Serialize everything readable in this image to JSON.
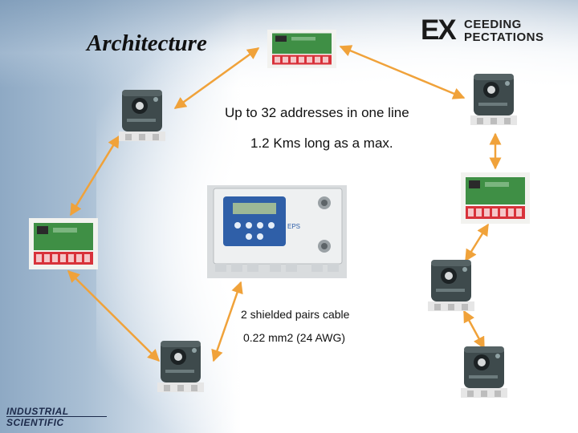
{
  "slide": {
    "title": "Architecture",
    "brand": {
      "ex": "EX",
      "line1": "CEEDING",
      "line2": "PECTATIONS"
    },
    "logo": {
      "line1": "INDUSTRIAL",
      "line2": "SCIENTIFIC"
    }
  },
  "notes": {
    "addresses": "Up to 32 addresses in one line",
    "length": "1.2 Kms long as a max.",
    "cable_type": "2 shielded pairs cable",
    "cable_gauge": "0.22 mm2 (24 AWG)"
  },
  "colors": {
    "link_arrow": "#f0a23a",
    "device_body": "#3e4a4c",
    "board_green": "#3f8f45",
    "relay_red": "#d8323a",
    "controller_panel": "#e9ecef",
    "lcd": "#2f5fa8"
  }
}
